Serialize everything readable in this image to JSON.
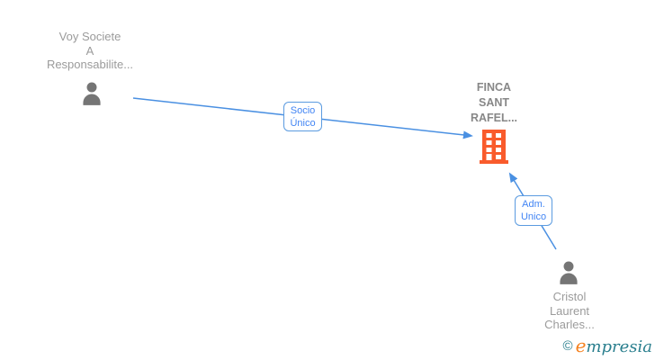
{
  "diagram": {
    "shareholder": {
      "line1": "Voy Societe",
      "line2": "A",
      "line3": "Responsabilite..."
    },
    "company": {
      "line1": "FINCA",
      "line2": "SANT",
      "line3": "RAFEL..."
    },
    "administrator": {
      "line1": "Cristol",
      "line2": "Laurent",
      "line3": "Charles..."
    },
    "edge_shareholder": {
      "line1": "Socio",
      "line2": "Único"
    },
    "edge_administrator": {
      "line1": "Adm.",
      "line2": "Unico"
    }
  },
  "watermark": {
    "copyright_symbol": "©",
    "brand_initial": "e",
    "brand_rest": "mpresia"
  },
  "colors": {
    "edge_blue": "#4a90e2",
    "edge_label_text": "#4285f4",
    "edge_label_border": "#5b9be0",
    "person_name_gray": "#9b9b9b",
    "company_name_gray": "#878787",
    "person_icon_gray": "#757575",
    "building_orange": "#f95b2c",
    "logo_teal": "#2a7f8e",
    "logo_orange": "#f58220"
  }
}
